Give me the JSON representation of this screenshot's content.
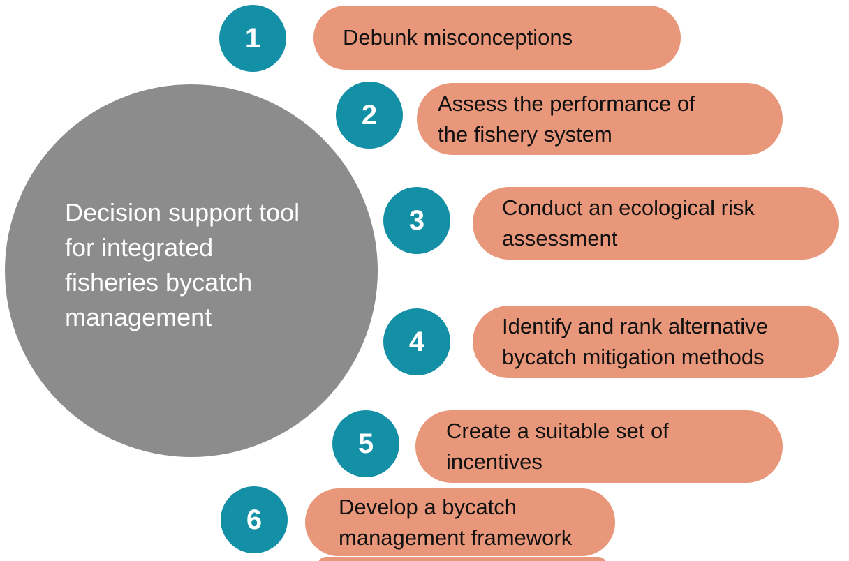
{
  "diagram": {
    "center": {
      "title": "Decision support tool for integrated fisheries bycatch management",
      "title_lines": [
        "Decision support tool",
        "for integrated",
        "fisheries bycatch",
        "management"
      ]
    },
    "steps": [
      {
        "number": "1",
        "label": "Debunk misconceptions",
        "lines": [
          "Debunk misconceptions"
        ]
      },
      {
        "number": "2",
        "label": "Assess the performance of the fishery system",
        "lines": [
          "Assess the performance of",
          "the fishery system"
        ]
      },
      {
        "number": "3",
        "label": "Conduct an ecological risk assessment",
        "lines": [
          "Conduct an ecological risk",
          "assessment"
        ]
      },
      {
        "number": "4",
        "label": "Identify and rank alternative bycatch mitigation methods",
        "lines": [
          "Identify and rank alternative",
          "bycatch mitigation methods"
        ]
      },
      {
        "number": "5",
        "label": "Create a suitable set of incentives",
        "lines": [
          "Create a suitable set of",
          "incentives"
        ]
      },
      {
        "number": "6",
        "label": "Develop a bycatch management framework",
        "lines": [
          "Develop a bycatch",
          "management framework"
        ]
      }
    ],
    "colors": {
      "center_circle": "#8C8C8C",
      "number_circle": "#1490A6",
      "step_pill": "#E9977B",
      "center_text": "#FFFFFF",
      "step_text": "#111111"
    }
  }
}
